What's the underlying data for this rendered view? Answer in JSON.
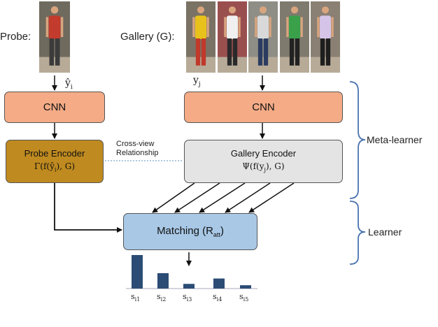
{
  "probe": {
    "label": "Probe:",
    "symbol": "ŷ",
    "symbol_sub": "i"
  },
  "gallery": {
    "label": "Gallery (G):",
    "symbol": "y",
    "symbol_sub": "j"
  },
  "cnn_left": {
    "label": "CNN"
  },
  "cnn_right": {
    "label": "CNN"
  },
  "probe_encoder": {
    "title": "Probe Encoder",
    "formula": "Γ(f(ŷ",
    "formula_sub": "i",
    "formula_end": "), G)"
  },
  "gallery_encoder": {
    "title": "Gallery Encoder",
    "formula": "Ψ(f(y",
    "formula_sub": "j",
    "formula_end": "), G)"
  },
  "cross_view": {
    "line1": "Cross-view",
    "line2": "Relationship"
  },
  "matching": {
    "label": "Matching (R",
    "label_sub": "att",
    "label_end": ")"
  },
  "meta_learner": {
    "label": "Meta-learner"
  },
  "learner": {
    "label": "Learner"
  },
  "colors": {
    "cnn": "#f4ab86",
    "probe_encoder": "#bf8a1f",
    "gallery_encoder": "#e4e4e4",
    "matching": "#a8c8e6",
    "bars": "#2b4c74",
    "brace": "#4a72b0"
  },
  "chart_data": {
    "type": "bar",
    "categories": [
      "s_i1",
      "s_i2",
      "s_i3",
      "s_i4",
      "s_i5"
    ],
    "tick_labels": [
      {
        "base": "s",
        "sub": "i1"
      },
      {
        "base": "s",
        "sub": "i2"
      },
      {
        "base": "s",
        "sub": "i3"
      },
      {
        "base": "s",
        "sub": "i4"
      },
      {
        "base": "s",
        "sub": "i5"
      }
    ],
    "values": [
      1.0,
      0.46,
      0.14,
      0.3,
      0.1
    ],
    "ylim": [
      0,
      1
    ],
    "title": "",
    "xlabel": "",
    "ylabel": "",
    "grid": false
  },
  "gallery_people": [
    {
      "shirt": "#e8c21a",
      "pants": "#c0392b",
      "bg": "#7a7264"
    },
    {
      "shirt": "#f0f0f0",
      "pants": "#2a2a2a",
      "bg": "#9a4f4f"
    },
    {
      "shirt": "#d9d9d9",
      "pants": "#2c3c60",
      "bg": "#8e8e86"
    },
    {
      "shirt": "#3aa14a",
      "pants": "#222222",
      "bg": "#7f7a6e"
    },
    {
      "shirt": "#d6c4e8",
      "pants": "#1e1e1e",
      "bg": "#8a8073"
    }
  ],
  "probe_person": {
    "shirt": "#c23b2c",
    "pants": "#3b3b3b",
    "bg": "#6f6a5e"
  }
}
